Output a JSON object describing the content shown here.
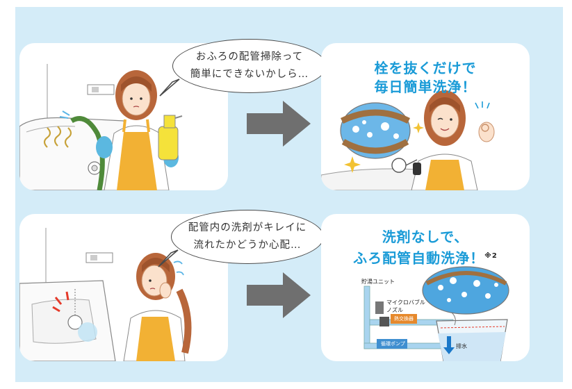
{
  "colors": {
    "background": "#d4ecf8",
    "panel": "#ffffff",
    "arrow": "#6f6f6f",
    "headline": "#1a9bd7",
    "apron": "#f2b134"
  },
  "top_row": {
    "speech_bubble": {
      "line1": "おふろの配管掃除って",
      "line2": "簡単にできないかしら…"
    },
    "headline": {
      "line1": "栓を抜くだけで",
      "line2": "毎日簡単洗浄！"
    }
  },
  "bottom_row": {
    "speech_bubble": {
      "line1": "配管内の洗剤がキレイに",
      "line2": "流れたかどうか心配…"
    },
    "headline": {
      "line1": "洗剤なしで、",
      "line2": "ふろ配管自動洗浄！",
      "footnote": "※2"
    },
    "diagram": {
      "unit_label": "貯湯ユニット",
      "nozzle_label_1": "マイクロバブル",
      "nozzle_label_2": "ノズル",
      "heat_exchanger_label": "熱交換器",
      "pump_label": "循環ポンプ",
      "drain_label": "排水"
    }
  }
}
